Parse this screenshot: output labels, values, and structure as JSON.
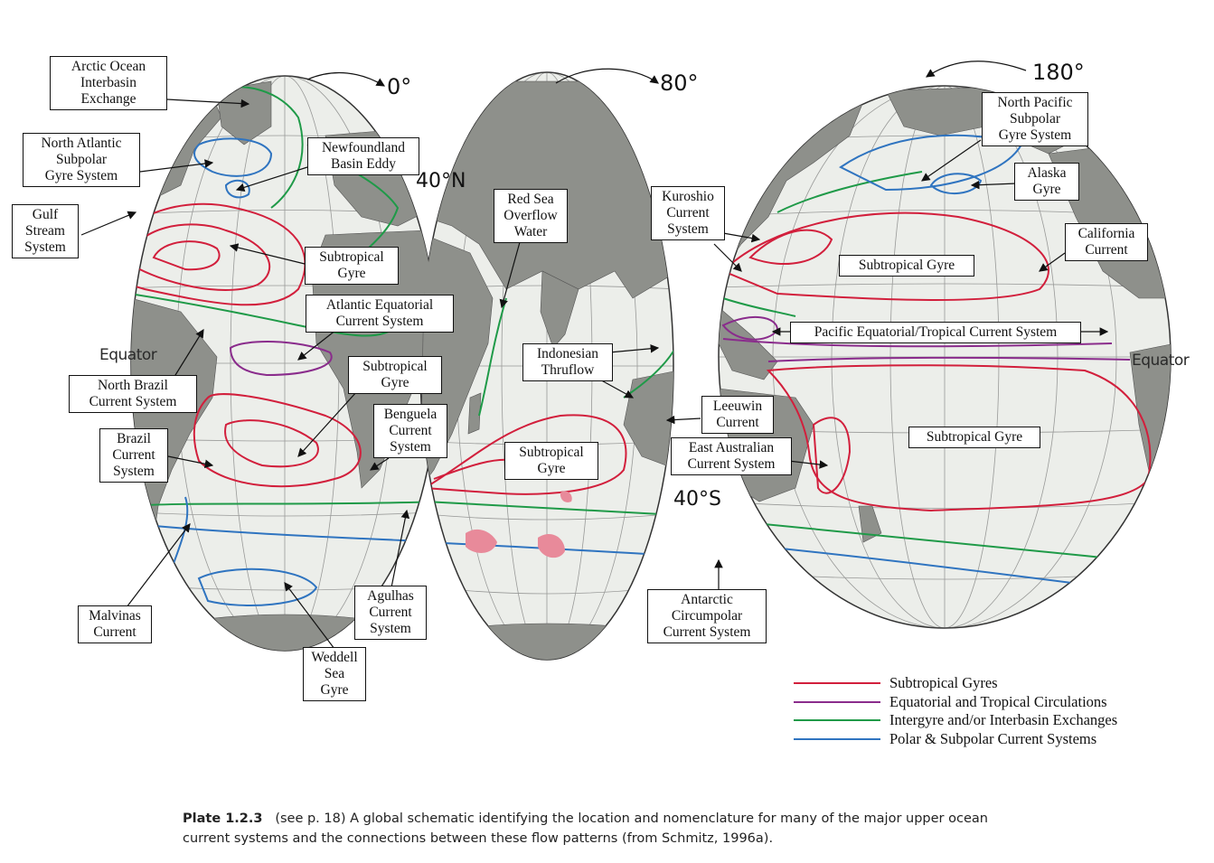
{
  "colors": {
    "ocean": "#eceeea",
    "land": "#8e908b",
    "subtropical": "#d21f3c",
    "equatorial": "#8a2c8c",
    "intergyre": "#1f9a48",
    "polar": "#2f74c0"
  },
  "degrees": {
    "lon0": "0°",
    "lon80": "80°",
    "lon180": "180°",
    "lat40n": "40°N",
    "lat40s": "40°S"
  },
  "equator_left": "Equator",
  "equator_right": "Equator",
  "labels": {
    "arctic": [
      "Arctic Ocean",
      "Interbasin",
      "Exchange"
    ],
    "na_subpolar": [
      "North Atlantic",
      "Subpolar",
      "Gyre System"
    ],
    "newfoundland": [
      "Newfoundland",
      "Basin Eddy"
    ],
    "gulf_stream": [
      "Gulf",
      "Stream",
      "System"
    ],
    "st_gyre_na": [
      "Subtropical",
      "Gyre"
    ],
    "atl_eq": [
      "Atlantic Equatorial",
      "Current System"
    ],
    "red_sea": [
      "Red Sea",
      "Overflow",
      "Water"
    ],
    "kuroshio": [
      "Kuroshio",
      "Current",
      "System"
    ],
    "np_subpolar": [
      "North Pacific",
      "Subpolar",
      "Gyre System"
    ],
    "alaska": [
      "Alaska",
      "Gyre"
    ],
    "california": [
      "California",
      "Current"
    ],
    "st_gyre_np": [
      "Subtropical Gyre"
    ],
    "pac_eq": [
      "Pacific Equatorial/Tropical Current System"
    ],
    "north_brazil": [
      "North Brazil",
      "Current System"
    ],
    "st_gyre_sa": [
      "Subtropical",
      "Gyre"
    ],
    "indonesian": [
      "Indonesian",
      "Thruflow"
    ],
    "leeuwin": [
      "Leeuwin",
      "Current"
    ],
    "brazil": [
      "Brazil",
      "Current",
      "System"
    ],
    "benguela": [
      "Benguela",
      "Current",
      "System"
    ],
    "st_gyre_si": [
      "Subtropical",
      "Gyre"
    ],
    "east_aus": [
      "East Australian",
      "Current System"
    ],
    "st_gyre_sp": [
      "Subtropical Gyre"
    ],
    "malvinas": [
      "Malvinas",
      "Current"
    ],
    "agulhas": [
      "Agulhas",
      "Current",
      "System"
    ],
    "weddell": [
      "Weddell",
      "Sea",
      "Gyre"
    ],
    "antarctic": [
      "Antarctic",
      "Circumpolar",
      "Current System"
    ]
  },
  "legend": [
    {
      "label": "Subtropical Gyres",
      "color": "#d21f3c"
    },
    {
      "label": "Equatorial and Tropical Circulations",
      "color": "#8a2c8c"
    },
    {
      "label": "Intergyre and/or Interbasin Exchanges",
      "color": "#1f9a48"
    },
    {
      "label": "Polar & Subpolar Current Systems",
      "color": "#2f74c0"
    }
  ],
  "caption": {
    "plate": "Plate 1.2.3",
    "text": "(see p. 18) A global schematic identifying the location and nomenclature for many of the major upper ocean current systems and the connections between these flow patterns (from Schmitz, 1996a)."
  }
}
